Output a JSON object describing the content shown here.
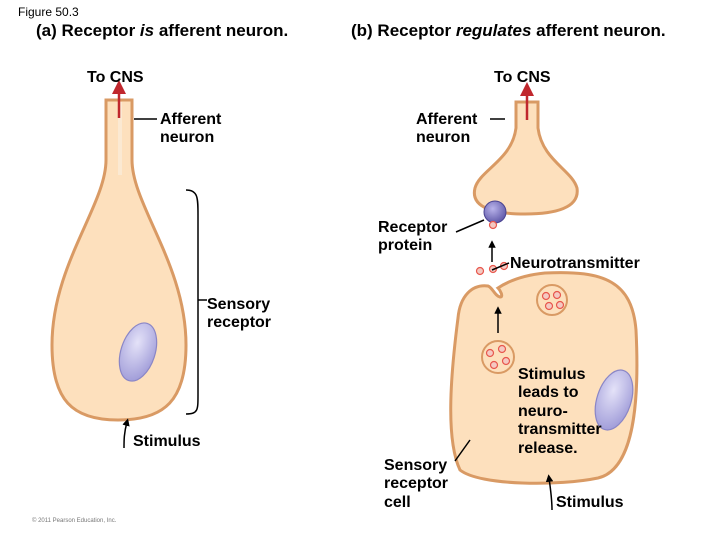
{
  "figure_label": "Figure 50.3",
  "panel_a": {
    "title_pre": "(a) Receptor ",
    "title_em": "is",
    "title_post": " afferent neuron.",
    "to_cns": "To CNS",
    "afferent_line1": "Afferent",
    "afferent_line2": "neuron",
    "sensory_line1": "Sensory",
    "sensory_line2": "receptor",
    "stimulus": "Stimulus"
  },
  "panel_b": {
    "title_pre": "(b) Receptor ",
    "title_em": "regulates",
    "title_post": " afferent neuron.",
    "to_cns": "To CNS",
    "afferent_line1": "Afferent",
    "afferent_line2": "neuron",
    "receptor_line1": "Receptor",
    "receptor_line2": "protein",
    "neurotransmitter": "Neurotransmitter",
    "sensory_cell_line1": "Sensory",
    "sensory_cell_line2": "receptor",
    "sensory_cell_line3": "cell",
    "leads_line1": "Stimulus",
    "leads_line2": "leads to",
    "leads_line3": "neuro-",
    "leads_line4": "transmitter",
    "leads_line5": "release.",
    "stimulus": "Stimulus"
  },
  "copyright": "© 2011 Pearson Education, Inc.",
  "colors": {
    "cell_fill": "#fde0bd",
    "cell_outline": "#d99a64",
    "nucleus": "#b4b2e4",
    "protein": "#7a72c0",
    "vesicle_dot": "#e8574d",
    "arrow_red": "#c0272d"
  }
}
